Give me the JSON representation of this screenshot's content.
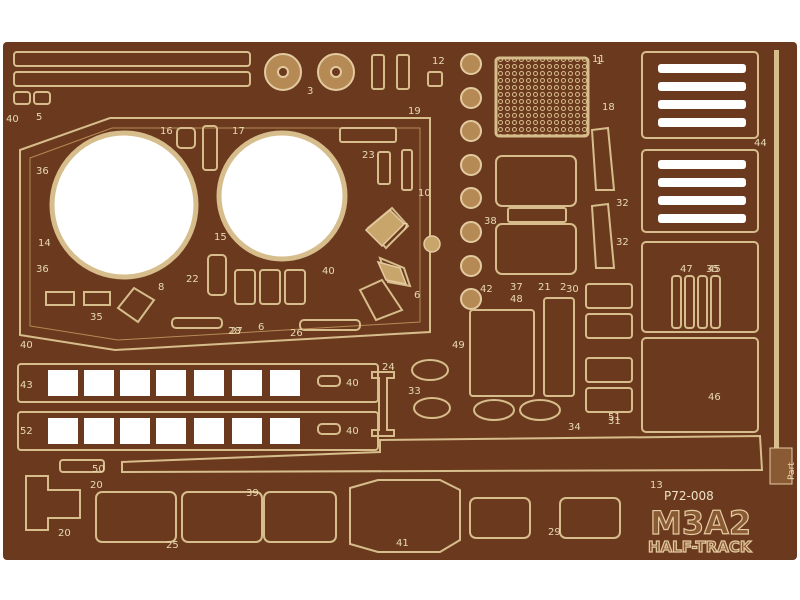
{
  "sheet": {
    "code": "P72-008",
    "brand": "Part",
    "model": "M3A2",
    "subtitle": "HALF-TRACK",
    "colors": {
      "background": "#ffffff",
      "fret": "#6b3a1e",
      "brass": "#d6bd8b",
      "window": "#ffffff"
    }
  },
  "part_numbers": [
    {
      "id": "p1",
      "text": "1"
    },
    {
      "id": "p2",
      "text": "2"
    },
    {
      "id": "p3",
      "text": "3"
    },
    {
      "id": "p5",
      "text": "5"
    },
    {
      "id": "p6",
      "text": "6"
    },
    {
      "id": "p6b",
      "text": "6"
    },
    {
      "id": "p7",
      "text": "7"
    },
    {
      "id": "p8",
      "text": "8"
    },
    {
      "id": "p10",
      "text": "10"
    },
    {
      "id": "p11",
      "text": "11"
    },
    {
      "id": "p12",
      "text": "12"
    },
    {
      "id": "p13",
      "text": "13"
    },
    {
      "id": "p14",
      "text": "14"
    },
    {
      "id": "p15",
      "text": "15"
    },
    {
      "id": "p16",
      "text": "16"
    },
    {
      "id": "p17",
      "text": "17"
    },
    {
      "id": "p18",
      "text": "18"
    },
    {
      "id": "p19",
      "text": "19"
    },
    {
      "id": "p20",
      "text": "20"
    },
    {
      "id": "p20b",
      "text": "20"
    },
    {
      "id": "p21",
      "text": "21"
    },
    {
      "id": "p22",
      "text": "22"
    },
    {
      "id": "p23",
      "text": "23"
    },
    {
      "id": "p24",
      "text": "24"
    },
    {
      "id": "p25",
      "text": "25"
    },
    {
      "id": "p26",
      "text": "26"
    },
    {
      "id": "p27",
      "text": "27"
    },
    {
      "id": "p28",
      "text": "28"
    },
    {
      "id": "p29",
      "text": "29"
    },
    {
      "id": "p30",
      "text": "30"
    },
    {
      "id": "p31",
      "text": "31"
    },
    {
      "id": "p32",
      "text": "32"
    },
    {
      "id": "p32b",
      "text": "32"
    },
    {
      "id": "p33",
      "text": "33"
    },
    {
      "id": "p34",
      "text": "34"
    },
    {
      "id": "p35",
      "text": "35"
    },
    {
      "id": "p35b",
      "text": "35"
    },
    {
      "id": "p36",
      "text": "36"
    },
    {
      "id": "p36b",
      "text": "36"
    },
    {
      "id": "p37",
      "text": "37"
    },
    {
      "id": "p38",
      "text": "38"
    },
    {
      "id": "p39",
      "text": "39"
    },
    {
      "id": "p40",
      "text": "40"
    },
    {
      "id": "p40b",
      "text": "40"
    },
    {
      "id": "p40c",
      "text": "40"
    },
    {
      "id": "p40d",
      "text": "40"
    },
    {
      "id": "p40e",
      "text": "40"
    },
    {
      "id": "p41",
      "text": "41"
    },
    {
      "id": "p42",
      "text": "42"
    },
    {
      "id": "p43",
      "text": "43"
    },
    {
      "id": "p44",
      "text": "44"
    },
    {
      "id": "p45",
      "text": "45"
    },
    {
      "id": "p46",
      "text": "46"
    },
    {
      "id": "p47",
      "text": "47"
    },
    {
      "id": "p48",
      "text": "48"
    },
    {
      "id": "p49",
      "text": "49"
    },
    {
      "id": "p50",
      "text": "50"
    },
    {
      "id": "p51",
      "text": "51"
    },
    {
      "id": "p52",
      "text": "52"
    }
  ]
}
